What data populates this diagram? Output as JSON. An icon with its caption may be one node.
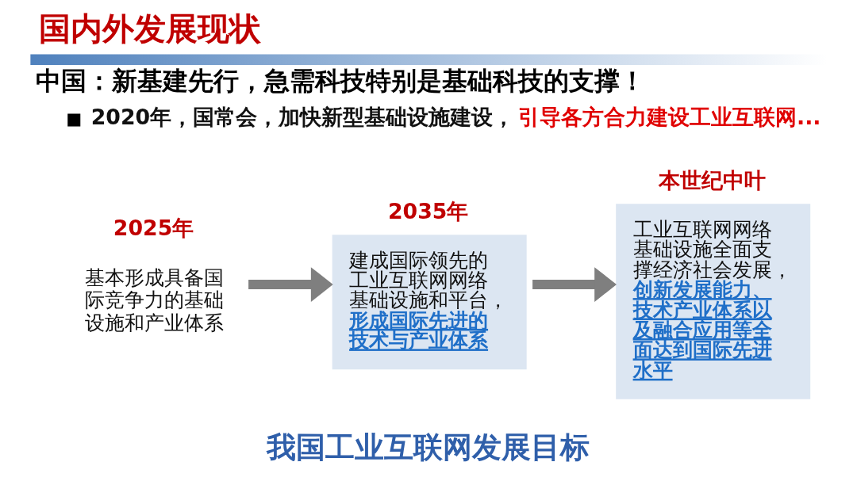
{
  "diagram": {
    "title": "国内外发展现状",
    "caption": "我国工业互联网发展目标",
    "nodes": [
      {
        "text": [
          "2025年",
          "基本形成具备国际竞争力的基础设施和产业体系"
        ]
      },
      {
        "text": [
          "2035年",
          "建成国际领先的工业互联网网络基础设施和平台，",
          "形成国际先进的技术与产业体系"
        ]
      },
      {
        "text": [
          "本世纪中叶",
          "工业互联网网络基础设施全面支撑经济社会发展，",
          "创新发展能力、技术产业体系以及融合应用等全面达到国际先进水平"
        ]
      }
    ],
    "edges": [
      {
        "from": 0,
        "to": 1,
        "arrow": "to"
      },
      {
        "from": 1,
        "to": 2,
        "arrow": "to"
      }
    ],
    "labels": [
      "中国：新基建先行，急需科技特别是基础科技的支撑！",
      "2020年，国常会，加快新型基础设施建设，",
      "引导各方合力建设工业互联网..."
    ]
  }
}
